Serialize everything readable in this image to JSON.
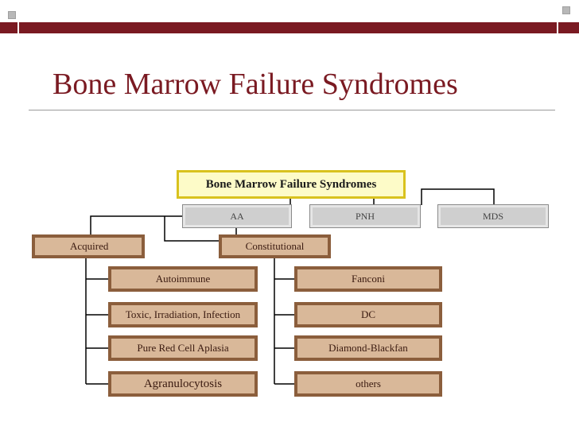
{
  "title": "Bone Marrow Failure Syndromes",
  "diagram": {
    "root": "Bone Marrow Failure Syndromes",
    "categories": [
      "AA",
      "PNH",
      "MDS"
    ],
    "aa_types": {
      "acquired": "Acquired",
      "constitutional": "Constitutional"
    },
    "acquired_items": [
      "Autoimmune",
      "Toxic, Irradiation, Infection",
      "Pure Red Cell Aplasia",
      "Agranulocytosis"
    ],
    "constitutional_items": [
      "Fanconi",
      "DC",
      "Diamond-Blackfan",
      "others"
    ]
  },
  "colors": {
    "title": "#7a1a22",
    "header_bar": "#7a1a22",
    "root_fill": "#fdfbc8",
    "root_border": "#d9c21e",
    "category_fill": "#cfcfcf",
    "item_fill": "#d9b899",
    "item_border": "#8b5e3c"
  }
}
